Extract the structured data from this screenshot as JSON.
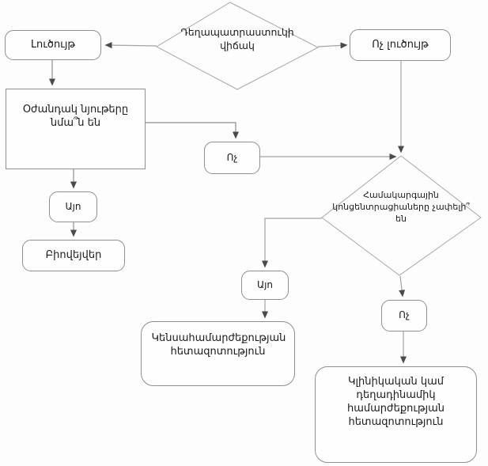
{
  "flowchart": {
    "colors": {
      "background": "#fdfdfd",
      "node_border": "#8f8f8f",
      "node_fill": "#fefefe",
      "connector_line": "#a3a3a3",
      "arrowhead": "#4a4a4a",
      "text": "#1b1b1b"
    },
    "nodes": {
      "state_decision": {
        "type": "decision-diamond",
        "line1": "Դեղապատրաստուկի",
        "line2": "վիճակ"
      },
      "solution": {
        "type": "rounded",
        "label": "Լուծույթ"
      },
      "not_solution": {
        "type": "rounded",
        "label": "Ոչ լուծույթ"
      },
      "excipients_question": {
        "type": "rect",
        "label": "Օժանդակ նյութերը նմա՞ն են"
      },
      "no_mid": {
        "type": "rounded",
        "label": "Ոչ"
      },
      "yes_left": {
        "type": "rounded",
        "label": "Այո"
      },
      "biowaiver": {
        "type": "rounded",
        "label": "Բիովեյվեր"
      },
      "concentration_decision": {
        "type": "decision-diamond",
        "line1": "Համակարգային",
        "line2": "կոնցենտրացիաները չափելի՞",
        "line3": "են"
      },
      "yes_mid": {
        "type": "rounded",
        "label": "Այո"
      },
      "no_right": {
        "type": "rounded",
        "label": "Ոչ"
      },
      "bioequivalence_study": {
        "type": "rounded",
        "label": "Կենսահամարժեքության հետազոտություն"
      },
      "clinical_study": {
        "type": "rounded",
        "label": "Կլինիկական կամ դեղադինամիկ համարժեքության հետազոտություն"
      }
    }
  }
}
